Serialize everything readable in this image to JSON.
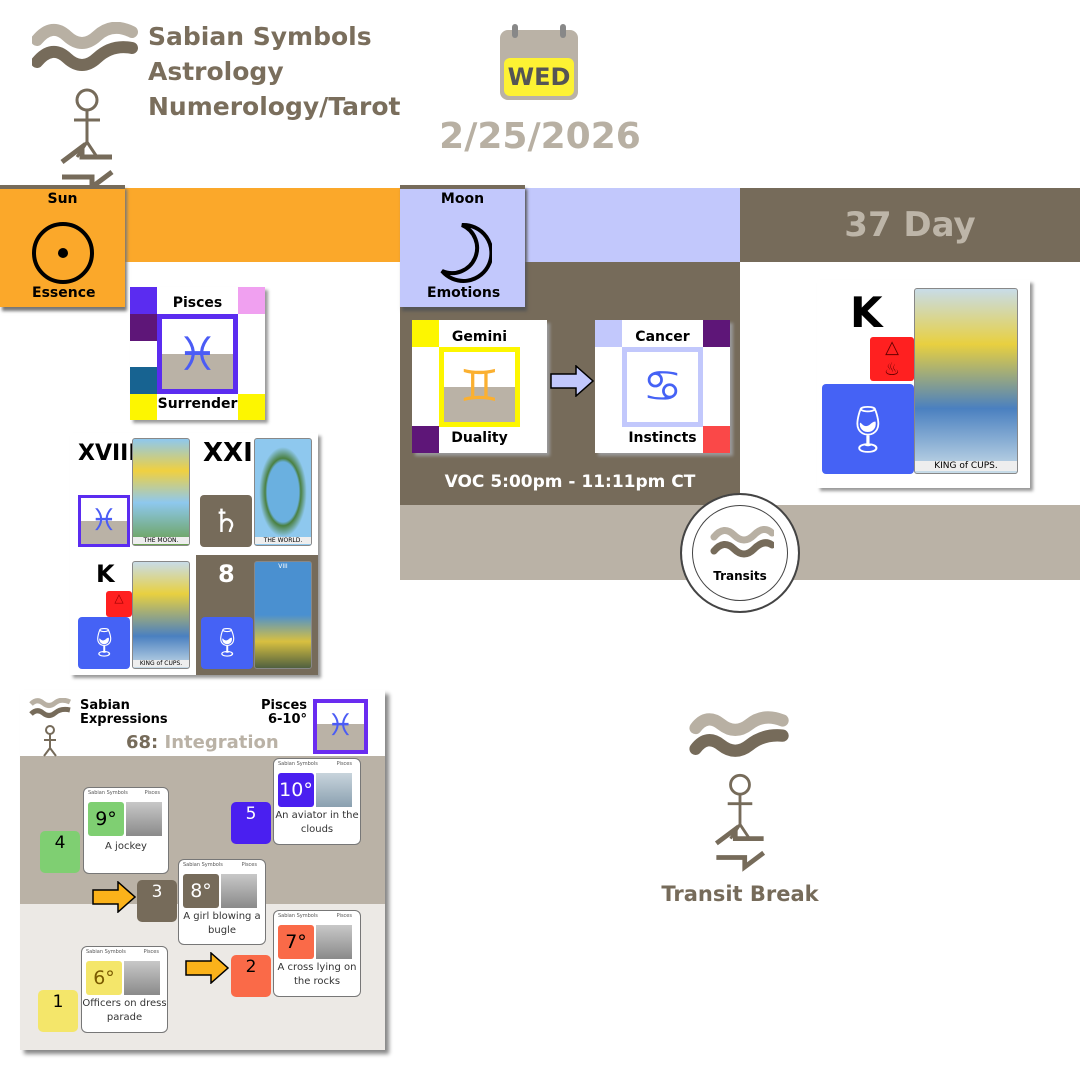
{
  "brand": {
    "lines": [
      "Sabian Symbols",
      "Astrology",
      "Numerology/Tarot"
    ]
  },
  "calendar": {
    "weekday": "WED",
    "date": "2/25/2026"
  },
  "sun": {
    "label": "Sun",
    "sub": "Essence",
    "color": "#fba82a"
  },
  "moon": {
    "label": "Moon",
    "sub": "Emotions",
    "color": "#c2c8fc"
  },
  "day": {
    "label": "37 Day"
  },
  "sun_sign": {
    "sign": "Pisces",
    "keyword": "Surrender"
  },
  "moon_signs": [
    {
      "sign": "Gemini",
      "keyword": "Duality"
    },
    {
      "sign": "Cancer",
      "keyword": "Instincts"
    }
  ],
  "voc": "VOC 5:00pm - 11:11pm CT",
  "transits": {
    "label": "Transits"
  },
  "tarot_grid": [
    {
      "numeral": "XVIII",
      "card": "THE MOON."
    },
    {
      "numeral": "XXI",
      "card": "THE WORLD."
    },
    {
      "numeral": "K",
      "card": "KING of CUPS."
    },
    {
      "numeral": "8",
      "card": "VIII"
    }
  ],
  "day_card": {
    "numeral": "K",
    "card": "KING of CUPS."
  },
  "sabian": {
    "title_line1": "Sabian",
    "title_line2": "Expressions",
    "range_sign": "Pisces",
    "range": "6-10°",
    "theme_num": "68:",
    "theme": "Integration",
    "cards": [
      {
        "num": "1",
        "deg": "6°",
        "text": "Officers on dress parade",
        "color": "#f4e66a"
      },
      {
        "num": "2",
        "deg": "7°",
        "text": "A cross lying on the rocks",
        "color": "#fa6a48"
      },
      {
        "num": "3",
        "deg": "8°",
        "text": "A girl blowing a bugle",
        "color": "#766b5a"
      },
      {
        "num": "4",
        "deg": "9°",
        "text": "A jockey",
        "color": "#7fcf72"
      },
      {
        "num": "5",
        "deg": "10°",
        "text": "An aviator in the clouds",
        "color": "#4a1ff0"
      }
    ],
    "mini_header": "Sabian Symbols",
    "mini_sign": "Pisces"
  },
  "transit_break": {
    "label": "Transit Break"
  }
}
